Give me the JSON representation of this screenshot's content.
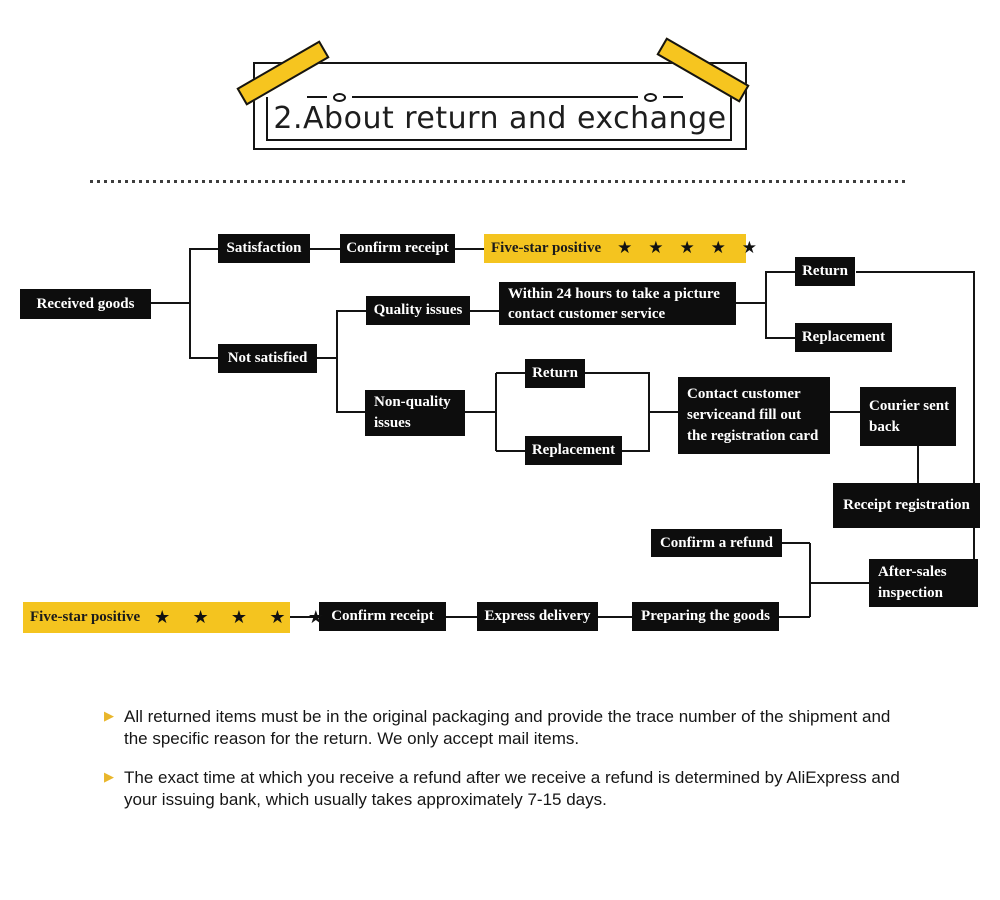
{
  "title": "2.About return and exchange",
  "colors": {
    "accent_yellow": "#f4c41f",
    "node_black": "#0d0d0d",
    "text_white": "#ffffff"
  },
  "flowchart": {
    "stars": "★ ★ ★ ★ ★",
    "nodes": {
      "received_goods": "Received goods",
      "satisfaction": "Satisfaction",
      "confirm_receipt_top": "Confirm receipt",
      "five_star_top": "Five-star positive",
      "not_satisfied": "Not satisfied",
      "quality_issues": "Quality issues",
      "within_24": "Within 24 hours to take a picture\ncontact customer service",
      "return_top": "Return",
      "replacement_top": "Replacement",
      "non_quality": "Non-quality\nissues",
      "return_mid": "Return",
      "replacement_mid": "Replacement",
      "contact_customer": "Contact customer\nserviceand fill out\nthe registration card",
      "courier": "Courier sent\nback",
      "receipt_registration": "Receipt registration",
      "confirm_refund": "Confirm a refund",
      "after_sales": "After-sales\ninspection",
      "preparing": "Preparing the goods",
      "express": "Express delivery",
      "confirm_receipt_bottom": "Confirm receipt",
      "five_star_bottom": "Five-star positive"
    }
  },
  "notes": {
    "bullet_icon": "▶",
    "items": [
      "All returned items must be in the original packaging and provide the trace number of the shipment and the specific reason for the return. We only accept mail items.",
      "The exact time at which you receive a refund after we receive a refund is determined by AliExpress and your issuing bank, which usually takes approximately 7-15 days."
    ]
  }
}
